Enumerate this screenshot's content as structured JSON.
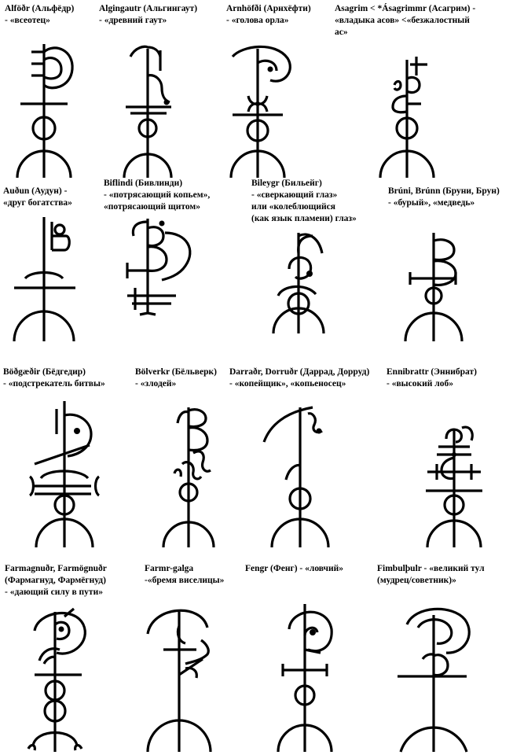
{
  "captions": {
    "alfodr": "Alföðr (Альфёдр)\n   - «всеотец»",
    "algingautr": "Algingautr (Альгингаут)\n      - «древний гаут»",
    "arnhofdi": "Arnhöfði (Арнхёфти)\n   - «голова орла»",
    "asagrim": "Asagrim < *Ásagrimmr (Асагрим) -\n«владыка асов» <«безжалостный\nас»",
    "audun": "Auðun (Аудун) -\n«друг богатства»",
    "bifliudi": "Biflindi (Бивлинди)\n   - «потрясающий копьем»,\n  «потрясающий щитом»",
    "bileygr": "Bileygr (Бильейг)\n  - «сверкающий глаз»\n  или «колеблющийся\n   (как язык пламени) глаз»",
    "bruni": "Brúni, Brúnn (Бруни, Брун)\n  - «бурый», «медведь»",
    "bodgaedir": "Böðgæðir (Бёдгедир)\n- «подстрекатель битвы»",
    "bolverkr": "Bölverkr (Бёльверк)\n- «злодей»",
    "darradr": "Darraðr, Dorruðr (Даррад, Дорруд)\n   - «копейщик», «копьеносец»",
    "ennibrattr": "Ennibrattr (Эннибрат)\n  - «высокий лоб»",
    "farmagnudr": "Farmagnuðr, Farmögnuðr\n(Фармагнуд, Фармёгнуд)\n- «дающий силу в пути»",
    "farmr": "Farmr-galga\n-«бремя виселицы»",
    "fengr": "Fengr (Фенг) - «ловчий»",
    "fimbulthulr": "Fimbulþulr - «великий тул\n(мудрец/советник)»"
  }
}
